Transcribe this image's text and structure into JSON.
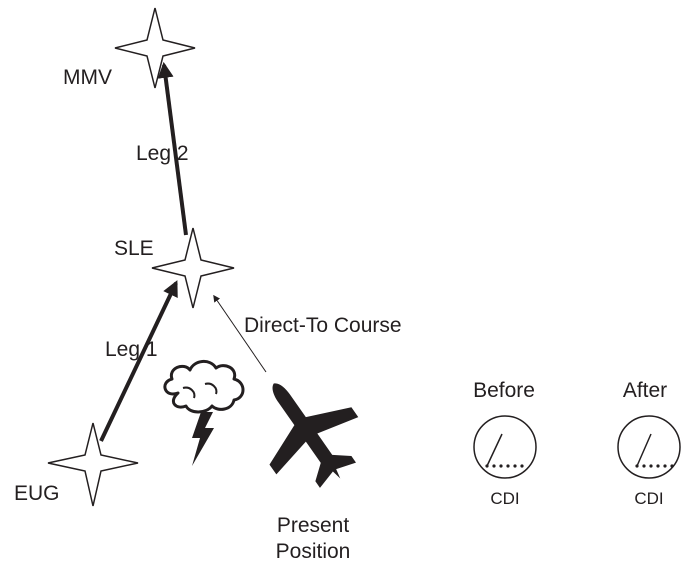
{
  "waypoints": {
    "mmv": "MMV",
    "sle": "SLE",
    "eug": "EUG"
  },
  "legs": {
    "leg1": "Leg 1",
    "leg2": "Leg 2",
    "direct_to": "Direct-To Course"
  },
  "aircraft": {
    "line1": "Present",
    "line2": "Position"
  },
  "cdi": {
    "before_title": "Before",
    "after_title": "After",
    "before_label": "CDI",
    "after_label": "CDI"
  },
  "colors": {
    "ink": "#231f20",
    "background": "#ffffff"
  },
  "icons": [
    "star-waypoint-icon",
    "airplane-icon",
    "thunderstorm-icon",
    "cdi-gauge-icon"
  ]
}
